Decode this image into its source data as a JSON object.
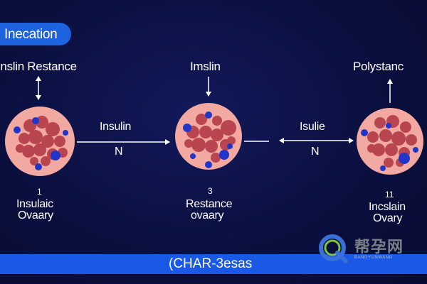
{
  "header": {
    "title": "Inecation"
  },
  "stages": [
    {
      "top_label": "Inslin Restance",
      "number": "1",
      "bottom_label_1": "Insulaic",
      "bottom_label_2": "Ovaary"
    },
    {
      "top_label": "Imslin",
      "number": "3",
      "bottom_label_1": "Restance",
      "bottom_label_2": "ovaary"
    },
    {
      "top_label": "Polystanc",
      "number": "11",
      "bottom_label_1": "Incslain",
      "bottom_label_2": "Ovary"
    }
  ],
  "connectors": [
    {
      "label": "Insulin",
      "sub": "N"
    },
    {
      "label": "Isulie",
      "sub": "N"
    }
  ],
  "footer": {
    "caption": "(CHAR-3esas"
  },
  "watermark": {
    "chinese": "帮孕网",
    "latin": "BANGYUNWANG"
  },
  "colors": {
    "background": "#0b0f3e",
    "accent": "#1d63e0",
    "cell": "#f0a6a0",
    "red_dot": "#b8454f",
    "blue_dot": "#2136c8"
  }
}
